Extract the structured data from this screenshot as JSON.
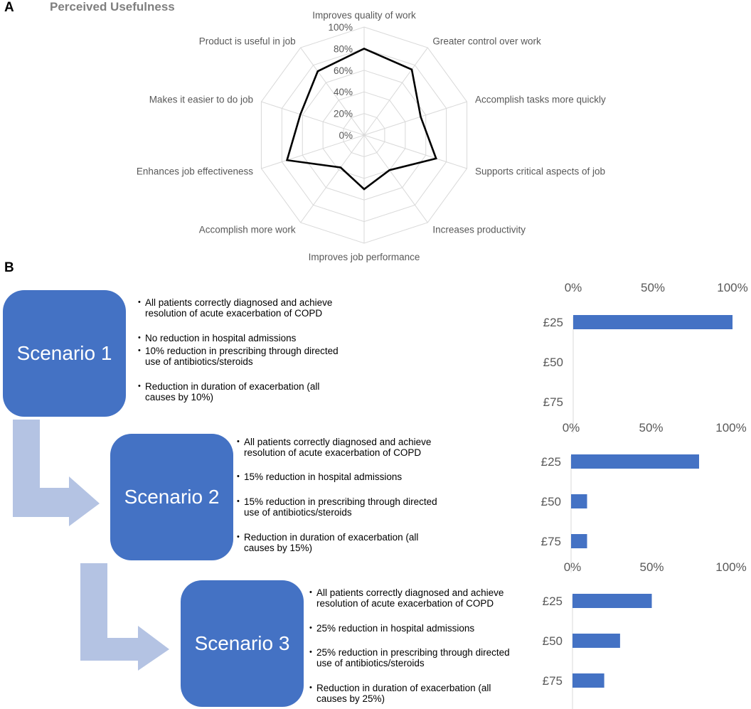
{
  "panel_a_letter": "A",
  "panel_b_letter": "B",
  "chart_data": [
    {
      "type": "radar",
      "title": "Perceived Usefulness",
      "categories": [
        "Improves quality of work",
        "Greater control over work",
        "Accomplish tasks more quickly",
        "Supports critical aspects of job",
        "Increases productivity",
        "Improves job performance",
        "Accomplish more work",
        "Enhances job effectiveness",
        "Makes it easier to do job",
        "Product is useful in job"
      ],
      "values": [
        80,
        75,
        55,
        70,
        40,
        50,
        37,
        75,
        62,
        73
      ],
      "rlim": [
        0,
        100
      ],
      "tick_labels": [
        "0%",
        "20%",
        "40%",
        "60%",
        "80%",
        "100%"
      ],
      "tick_values": [
        0,
        20,
        40,
        60,
        80,
        100
      ],
      "grid": true,
      "line_color": "#000000"
    },
    {
      "type": "bar",
      "orientation": "horizontal",
      "categories": [
        "£25",
        "£50",
        "£75"
      ],
      "values": [
        100,
        0,
        0
      ],
      "xlim": [
        0,
        100
      ],
      "tick_labels": [
        "0%",
        "50%",
        "100%"
      ],
      "tick_values": [
        0,
        50,
        100
      ],
      "color": "#4472c4"
    },
    {
      "type": "bar",
      "orientation": "horizontal",
      "categories": [
        "£25",
        "£50",
        "£75"
      ],
      "values": [
        80,
        10,
        10
      ],
      "xlim": [
        0,
        100
      ],
      "tick_labels": [
        "0%",
        "50%",
        "100%"
      ],
      "tick_values": [
        0,
        50,
        100
      ],
      "color": "#4472c4"
    },
    {
      "type": "bar",
      "orientation": "horizontal",
      "categories": [
        "£25",
        "£50",
        "£75"
      ],
      "values": [
        50,
        30,
        20
      ],
      "xlim": [
        0,
        100
      ],
      "tick_labels": [
        "0%",
        "50%",
        "100%"
      ],
      "tick_values": [
        0,
        50,
        100
      ],
      "color": "#4472c4"
    }
  ],
  "scenarios": [
    {
      "label": "Scenario 1",
      "bullets": [
        "All patients correctly diagnosed and achieve\nresolution of acute exacerbation of COPD",
        "No reduction in hospital admissions",
        "10% reduction in prescribing through directed\nuse of antibiotics/steroids",
        "Reduction in duration of exacerbation (all\ncauses by 10%)"
      ]
    },
    {
      "label": "Scenario 2",
      "bullets": [
        "All patients correctly diagnosed and achieve\nresolution of acute exacerbation of COPD",
        "15% reduction in hospital admissions",
        "15% reduction in prescribing through directed\nuse of antibiotics/steroids",
        "Reduction in duration of exacerbation (all\ncauses by 15%)"
      ]
    },
    {
      "label": "Scenario 3",
      "bullets": [
        "All patients correctly diagnosed and achieve\nresolution of acute exacerbation of COPD",
        "25% reduction in hospital admissions",
        "25% reduction in prescribing through directed\nuse of antibiotics/steroids",
        "Reduction in duration of exacerbation (all\ncauses by 25%)"
      ]
    }
  ],
  "colors": {
    "scenario_box": "#4472c4",
    "arrow": "#b4c3e3",
    "bar": "#4472c4",
    "grid": "#d9d9d9",
    "label_text": "#595959"
  }
}
